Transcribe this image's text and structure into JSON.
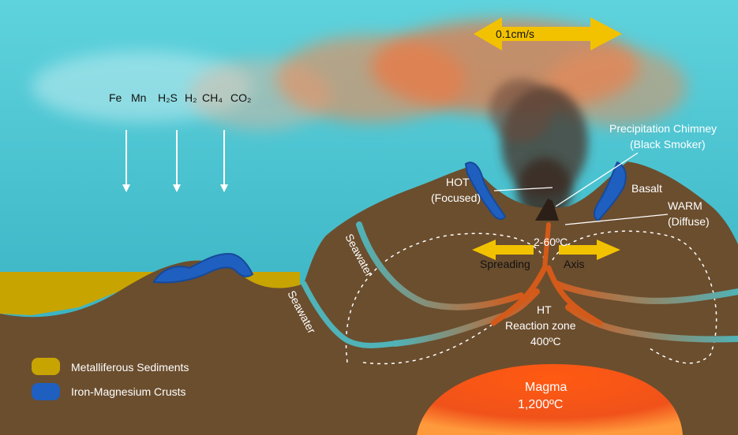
{
  "chemicals": [
    "Fe",
    "Mn",
    "H₂S",
    "H₂",
    "CH₄",
    "CO₂"
  ],
  "flow_speed": "0.1cm/s",
  "chimney": {
    "line1": "Precipitation Chimney",
    "line2": "(Black Smoker)"
  },
  "hot": {
    "line1": "HOT",
    "line2": "(Focused)"
  },
  "warm": {
    "line1": "WARM",
    "line2": "(Diffuse)"
  },
  "basalt": "Basalt",
  "vent_temp": "2-60ºC",
  "spreading_left": "Spreading",
  "spreading_right": "Axis",
  "seawater_labels": [
    "Seawater",
    "Seawater"
  ],
  "reaction_zone": {
    "line1": "HT",
    "line2": "Reaction zone",
    "line3": "400ºC"
  },
  "magma": {
    "line1": "Magma",
    "line2": "1,200ºC"
  },
  "legend": [
    {
      "label": "Metalliferous Sediments",
      "color": "#c8a400"
    },
    {
      "label": "Iron-Magnesium Crusts",
      "color": "#1f5fbf"
    }
  ],
  "colors": {
    "ocean_top": "#5ed3dd",
    "ocean_bottom": "#2fa9bb",
    "crust": "#6b4e2e",
    "arrow_yellow": "#f2c200",
    "magma_hot": "#ff6a1a",
    "magma_edge": "#ff9a3c",
    "plume_orange": "#f07a40",
    "plume_dark": "#4a3a30",
    "circulation_cool": "#4fb3b8",
    "circulation_hot": "#d45a1a"
  }
}
